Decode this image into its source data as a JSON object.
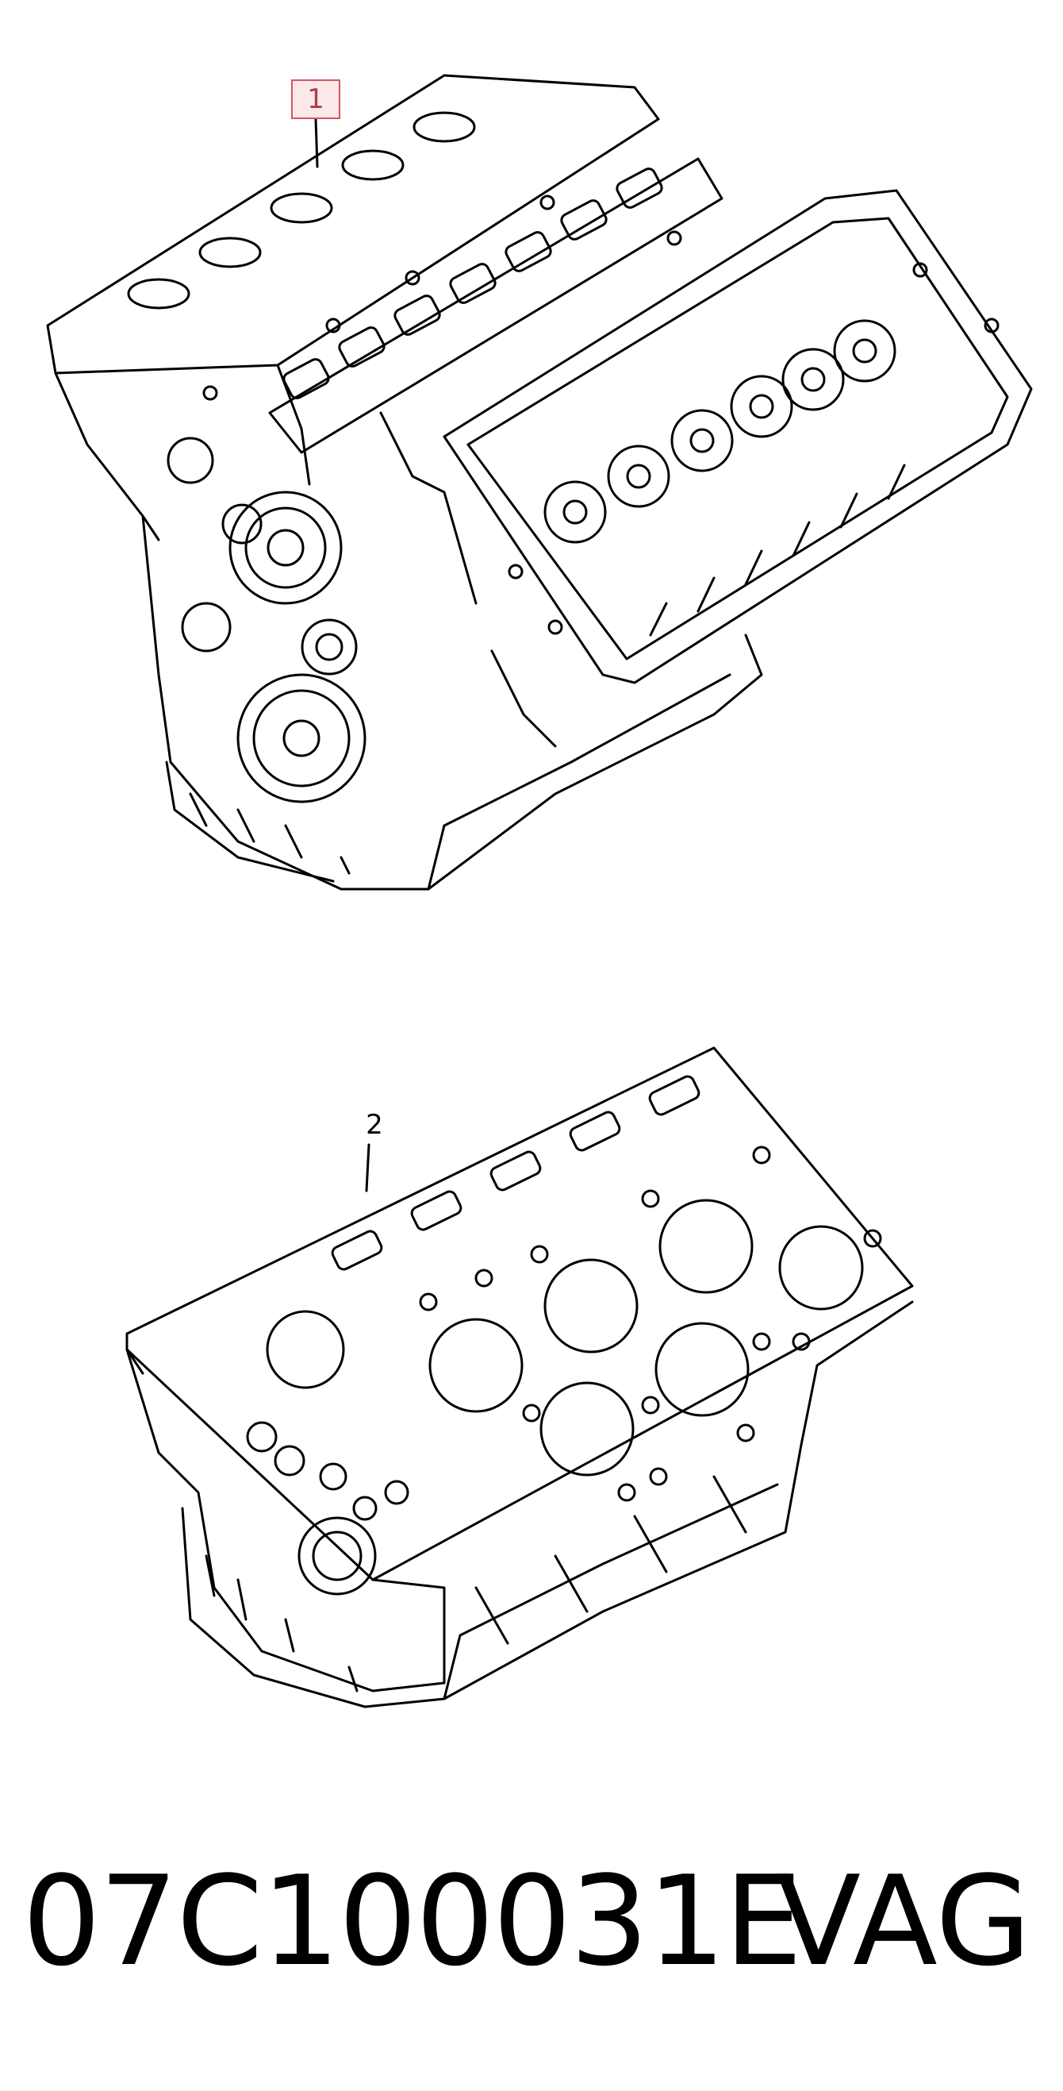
{
  "callouts": [
    {
      "label": "1",
      "highlighted": true
    },
    {
      "label": "2",
      "highlighted": false
    }
  ],
  "footer": {
    "part_number": "07C100031E",
    "brand": "VAG"
  },
  "colors": {
    "line": "#000000",
    "highlight_border": "#d9535b",
    "highlight_fill": "#fbe9ea"
  }
}
